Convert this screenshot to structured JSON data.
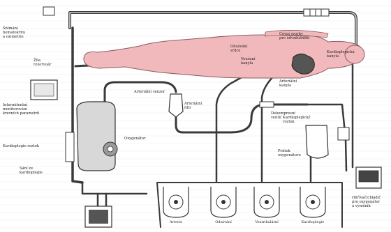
{
  "labels": {
    "odber_krve": [
      "Snímání",
      "hematokritu",
      "a oximetrie"
    ],
    "zila": [
      "Žíla",
      "rezervoár"
    ],
    "intermitentni": [
      "Intermitentní",
      "monitorování",
      "krevních parametrů"
    ],
    "kardioplegie_roztok": "Kardioplegie roztok",
    "sani_kardioplegie": [
      "Sání ze",
      "kardioplegie"
    ],
    "oxygenator": "Oxygenátor",
    "arterialni_senzor": "Arteriální senzor",
    "arterialni_filtr": [
      "Arteriální",
      "filtr"
    ],
    "cevni_svorky": [
      "Cévní svorky",
      "pro odvzdušnění"
    ],
    "odsavani_srdce": [
      "Odsávání",
      "srdce"
    ],
    "venozni_kanyla": [
      "Venózní",
      "kanyla"
    ],
    "kardioplegicka_kanyla": [
      "Kardioplegická",
      "kanyla"
    ],
    "arterialni_kanyla": [
      "Arteriální",
      "kanyla"
    ],
    "dekompresni_ventil": [
      "Dekompresní",
      "ventil"
    ],
    "kardioplegicky_vak": [
      "Kardioplegický",
      "roztok"
    ],
    "prutok": [
      "Prútok",
      "oxygenátoru"
    ],
    "termo": [
      "Ohřívač/chladič",
      "pro oxygenátor",
      "a výměník"
    ]
  },
  "pumps": [
    "Arterie",
    "Odsávání",
    "Ventrikulární",
    "Kardioplegie"
  ],
  "colors": {
    "patient": "#f2b9bd",
    "line": "#3a3a3a",
    "tube": "#555555"
  },
  "icons": [
    "clamp-icon",
    "monitor-icon",
    "heart-icon",
    "pump-head-icon",
    "keypad-icon"
  ]
}
